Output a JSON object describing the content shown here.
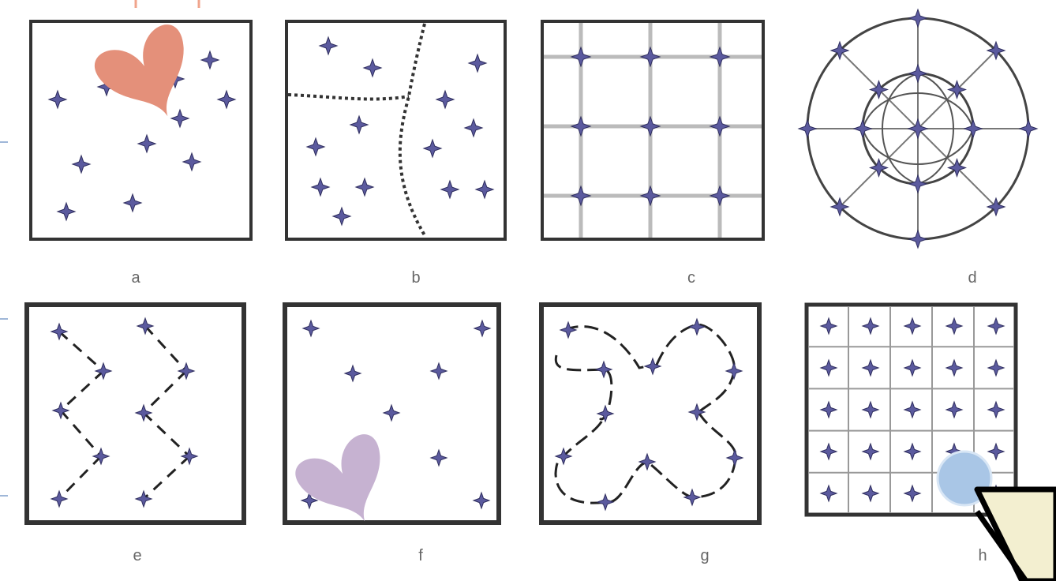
{
  "panels": [
    {
      "id": "a",
      "label": "a"
    },
    {
      "id": "b",
      "label": "b"
    },
    {
      "id": "c",
      "label": "c"
    },
    {
      "id": "d",
      "label": "d"
    },
    {
      "id": "e",
      "label": "e"
    },
    {
      "id": "f",
      "label": "f"
    },
    {
      "id": "g",
      "label": "g"
    },
    {
      "id": "h",
      "label": "h"
    }
  ],
  "colors": {
    "marker": "#5b5a9e",
    "frame": "#333333",
    "grid": "#bbbbbb",
    "heart_salmon": "#e4907a",
    "heart_lilac": "#c6b2d1",
    "accent_lines": "#f0a48c",
    "edge_ticks": "#9fb7d8",
    "blob": "#a9c6e6",
    "cursor_fill": "#f3efd0"
  },
  "decorations": [
    {
      "name": "heart-decoration",
      "color": "heart_salmon"
    },
    {
      "name": "heart-decoration",
      "color": "heart_lilac"
    },
    {
      "name": "blue-circle-decoration",
      "color": "blob"
    },
    {
      "name": "mouse-cursor-icon",
      "color": "cursor_fill"
    }
  ]
}
